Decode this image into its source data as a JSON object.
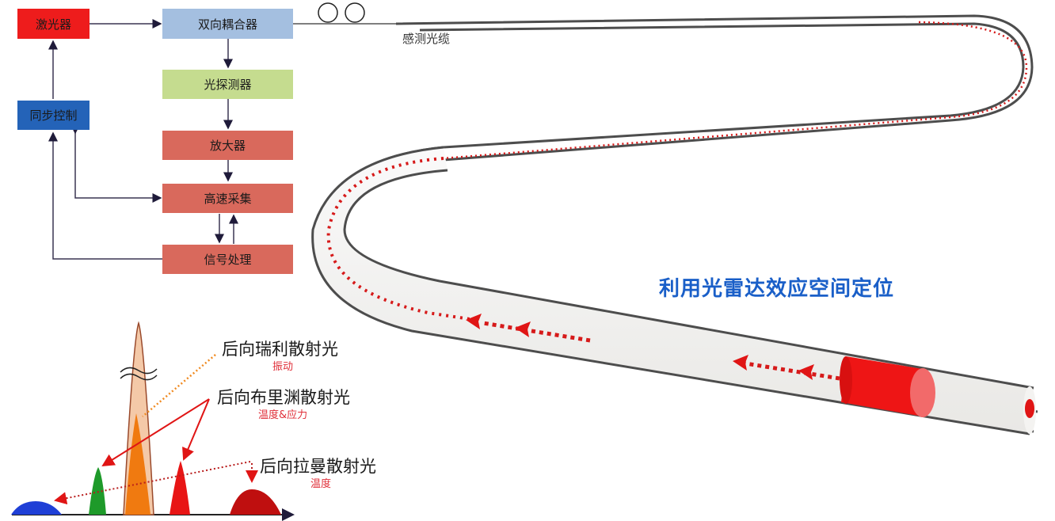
{
  "colors": {
    "laser": "#ee1c1c",
    "coupler": "#a4bfe0",
    "detector": "#c5dc8f",
    "processing_block": "#d9695c",
    "sync": "#2463b8",
    "title": "#1a5fc8",
    "tube_outline": "#555555",
    "tube_fill": "#f1f0ee",
    "signal_red": "#e01515"
  },
  "block_diagram": {
    "laser": "激光器",
    "coupler": "双向耦合器",
    "detector": "光探测器",
    "amplifier": "放大器",
    "acquisition": "高速采集",
    "signal_processing": "信号处理",
    "sync_control": "同步控制"
  },
  "fiber": {
    "sensing_cable_label": "感测光缆",
    "title": "利用光雷达效应空间定位"
  },
  "spectrum": {
    "rayleigh": {
      "label": "后向瑞利散射光",
      "measures": "振动"
    },
    "brillouin": {
      "label": "后向布里渊散射光",
      "measures": "温度&应力"
    },
    "raman": {
      "label": "后向拉曼散射光",
      "measures": "温度"
    }
  }
}
